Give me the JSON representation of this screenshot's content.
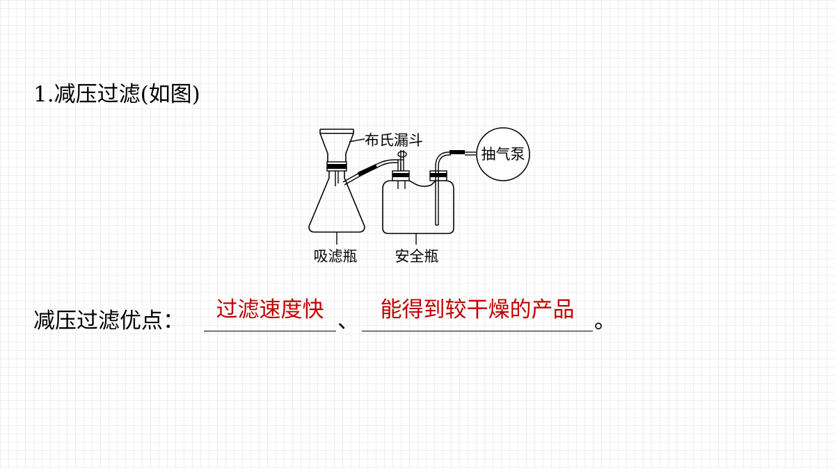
{
  "heading": "1.减压过滤(如图)",
  "diagram": {
    "labels": {
      "funnel": "布氏漏斗",
      "pump": "抽气泵",
      "filter_flask": "吸滤瓶",
      "safety_bottle": "安全瓶"
    }
  },
  "question": {
    "prefix": "减压过滤优点：",
    "answers": [
      "过滤速度快",
      "能得到较干燥的产品"
    ],
    "separator": "、",
    "end": "。"
  },
  "colors": {
    "answer": "#c00000",
    "text": "#000000"
  }
}
